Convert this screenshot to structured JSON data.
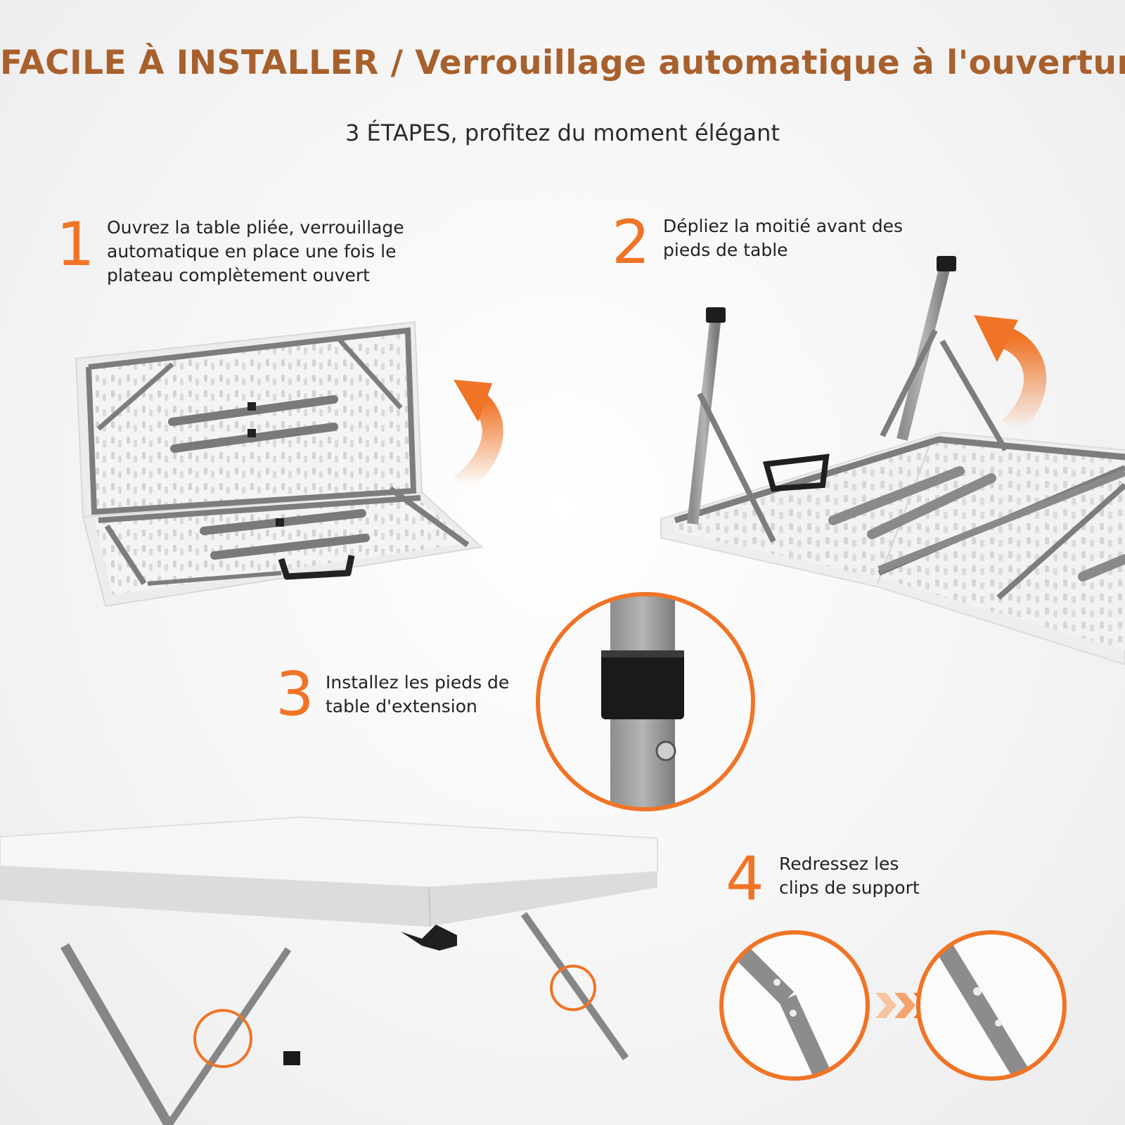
{
  "header": {
    "title": "FACILE À INSTALLER / Verrouillage automatique à l'ouverture",
    "subtitle": "3 ÉTAPES, profitez du moment élégant"
  },
  "steps": [
    {
      "number": "1",
      "lines": [
        "Ouvrez la table pliée, verrouillage",
        "automatique en place une fois le",
        "plateau complètement ouvert"
      ]
    },
    {
      "number": "2",
      "lines": [
        "Dépliez la moitié avant des",
        "pieds de table"
      ]
    },
    {
      "number": "3",
      "lines": [
        "Installez les pieds de",
        "table d'extension"
      ]
    },
    {
      "number": "4",
      "lines": [
        "Redressez les",
        "clips de support"
      ]
    }
  ],
  "colors": {
    "title": "#a8602c",
    "accent": "#f07426",
    "text": "#222222",
    "metal": "#7d7d7d",
    "plastic": "#f3f3f3"
  },
  "icons": [
    "curved-arrow-icon",
    "chevron-arrows-icon"
  ]
}
